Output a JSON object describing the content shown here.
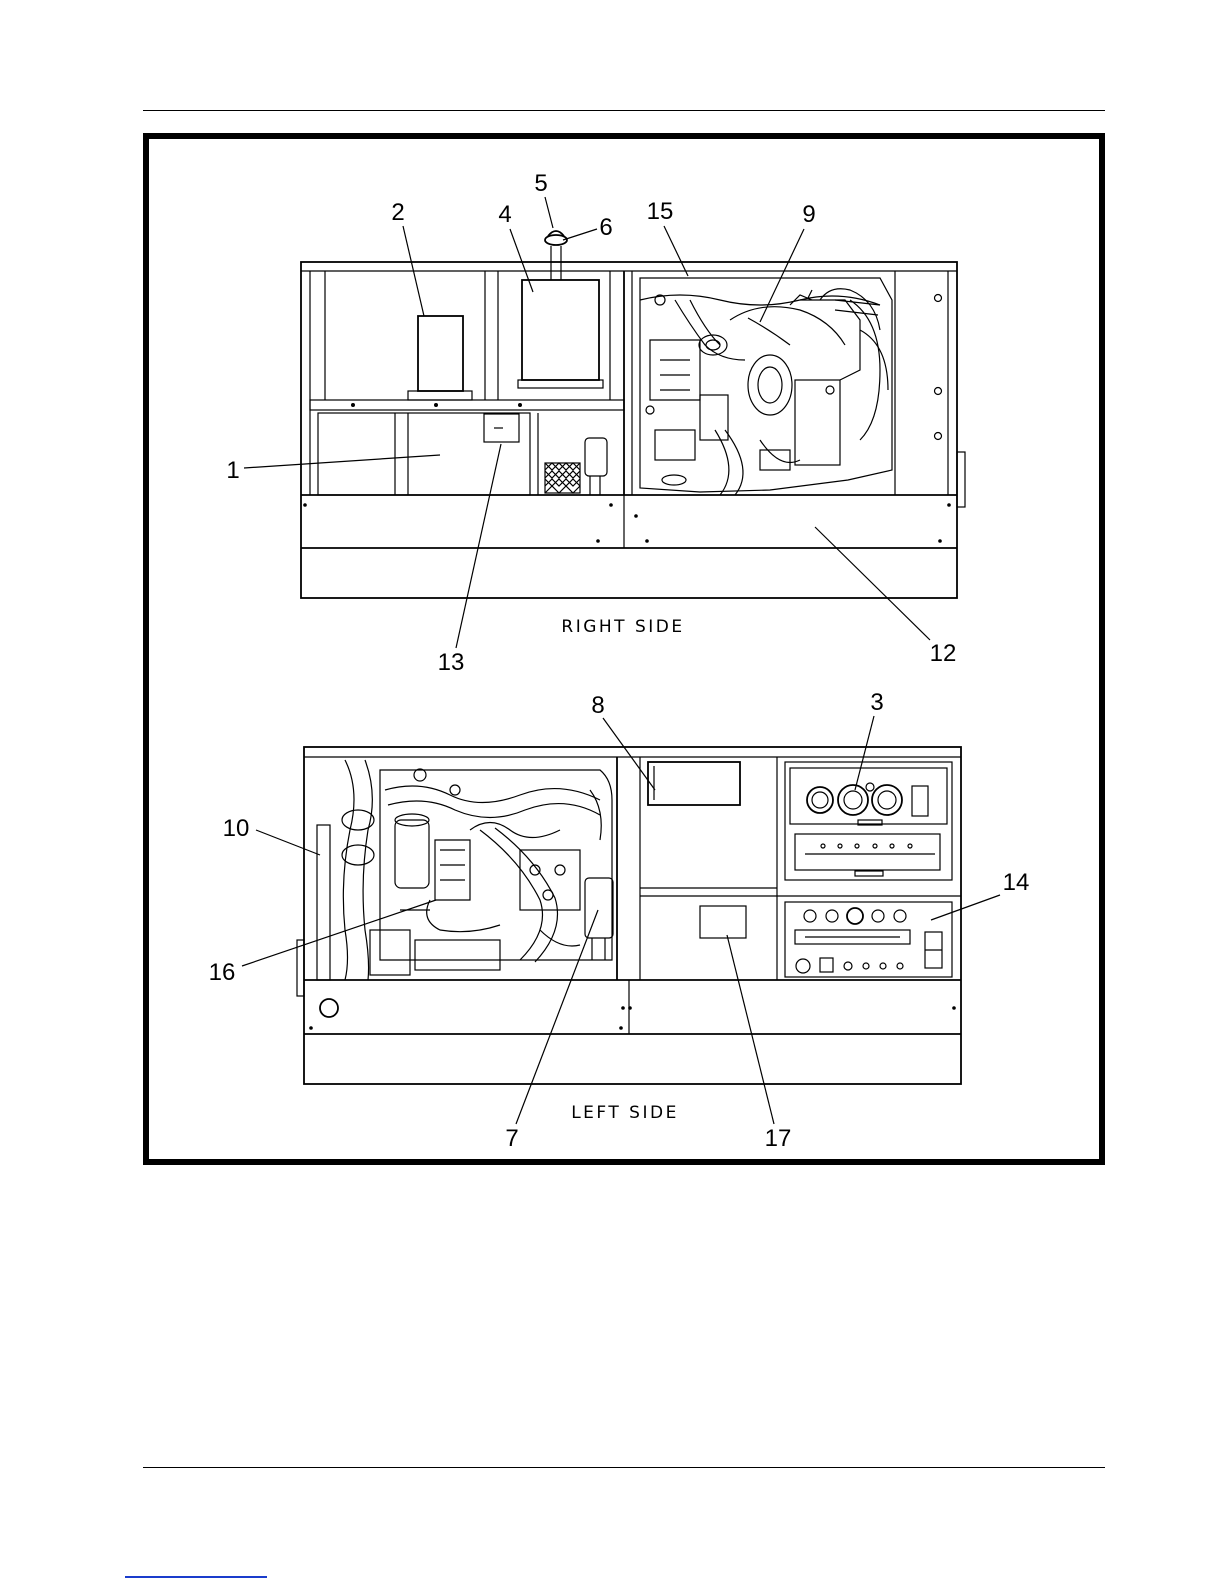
{
  "figure": {
    "views": [
      {
        "id": "right",
        "caption": "RIGHT SIDE"
      },
      {
        "id": "left",
        "caption": "LEFT SIDE"
      }
    ],
    "callouts": {
      "c1": "1",
      "c2": "2",
      "c3": "3",
      "c4": "4",
      "c5": "5",
      "c6": "6",
      "c7": "7",
      "c8": "8",
      "c9": "9",
      "c10": "10",
      "c12": "12",
      "c13": "13",
      "c14": "14",
      "c15": "15",
      "c16": "16",
      "c17": "17"
    }
  }
}
